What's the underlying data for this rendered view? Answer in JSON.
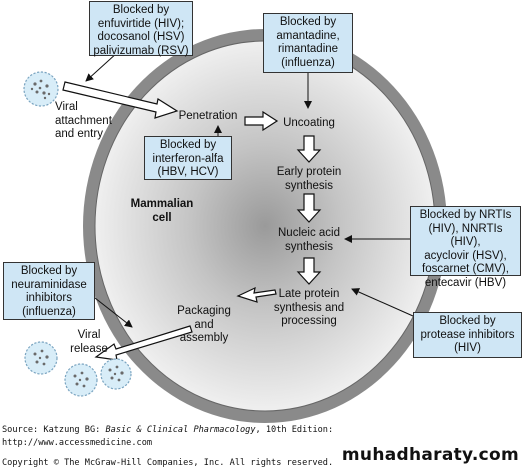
{
  "boxes": {
    "enfuvirtide": "Blocked by\nenfuvirtide (HIV);\ndocosanol (HSV)\npalivizumab (RSV)",
    "amantadine": "Blocked by\namantadine,\nrimantadine\n(influenza)",
    "interferon": "Blocked by\ninterferon-alfa\n(HBV, HCV)",
    "nrti": "Blocked by NRTIs\n(HIV), NNRTIs (HIV),\nacyclovir (HSV),\nfoscarnet (CMV),\nentecavir (HBV)",
    "neuraminidase": "Blocked by\nneuraminidase\ninhibitors\n(influenza)",
    "protease": "Blocked by\nprotease inhibitors\n(HIV)"
  },
  "steps": {
    "attachment": "Viral\nattachment\nand entry",
    "penetration": "Penetration",
    "uncoating": "Uncoating",
    "early_protein": "Early protein\nsynthesis",
    "nucleic_acid": "Nucleic acid\nsynthesis",
    "late_protein": "Late protein\nsynthesis and\nprocessing",
    "packaging": "Packaging\nand\nassembly",
    "release": "Viral\nrelease"
  },
  "cell_label": "Mammalian\ncell",
  "footer": {
    "source_prefix": "Source: Katzung BG: ",
    "source_title": "Basic & Clinical Pharmacology",
    "source_suffix": ", 10th Edition:",
    "url": "http://www.accessmedicine.com",
    "copyright": "Copyright © The McGraw-Hill Companies, Inc. All rights reserved."
  },
  "watermark": "muhadharaty.com",
  "colors": {
    "box_fill": "#cfe6f5",
    "cell_membrane": "#8a8a8a",
    "virus_fill": "#d8edf8"
  }
}
